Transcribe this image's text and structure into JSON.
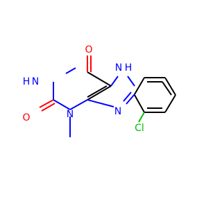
{
  "molecule": {
    "atom_labels": {
      "o_top": "O",
      "nh_ring": "N",
      "nh_ring_h": "H",
      "n7": "N",
      "n7_h": "H",
      "n9": "N",
      "n3": "N",
      "o_left": "O",
      "cl": "Cl"
    },
    "colors": {
      "bond": "#000000",
      "nitrogen": "#0000ff",
      "oxygen": "#ff0000",
      "chlorine": "#00c000"
    }
  }
}
